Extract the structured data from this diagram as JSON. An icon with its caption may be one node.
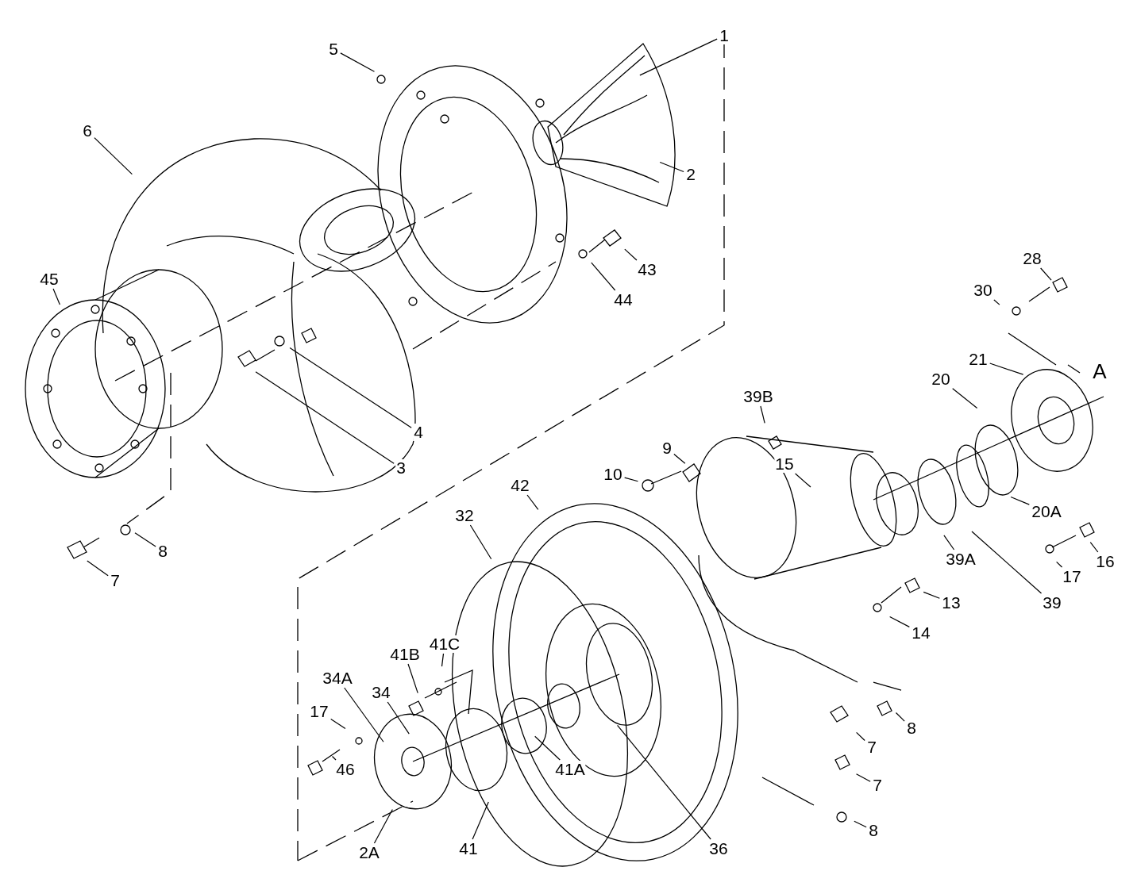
{
  "diagram": {
    "nodes": [
      {
        "text": [
          "1"
        ]
      },
      {
        "text": [
          "5"
        ]
      },
      {
        "text": [
          "6"
        ]
      },
      {
        "text": [
          "2"
        ]
      },
      {
        "text": [
          "43"
        ]
      },
      {
        "text": [
          "45"
        ]
      },
      {
        "text": [
          "28"
        ]
      },
      {
        "text": [
          "30"
        ]
      },
      {
        "text": [
          "44"
        ]
      },
      {
        "text": [
          "21"
        ]
      },
      {
        "text": [
          "20"
        ]
      },
      {
        "text": [
          "39B"
        ]
      },
      {
        "text": [
          "4"
        ]
      },
      {
        "text": [
          "9"
        ]
      },
      {
        "text": [
          "15"
        ]
      },
      {
        "text": [
          "3"
        ]
      },
      {
        "text": [
          "10"
        ]
      },
      {
        "text": [
          "42"
        ]
      },
      {
        "text": [
          "20A"
        ]
      },
      {
        "text": [
          "32"
        ]
      },
      {
        "text": [
          "8"
        ]
      },
      {
        "text": [
          "16"
        ]
      },
      {
        "text": [
          "39A"
        ]
      },
      {
        "text": [
          "17"
        ]
      },
      {
        "text": [
          "7"
        ]
      },
      {
        "text": [
          "13"
        ]
      },
      {
        "text": [
          "39"
        ]
      },
      {
        "text": [
          "14"
        ]
      },
      {
        "text": [
          "41C"
        ]
      },
      {
        "text": [
          "41B"
        ]
      },
      {
        "text": [
          "34A"
        ]
      },
      {
        "text": [
          "34"
        ]
      },
      {
        "text": [
          "17"
        ]
      },
      {
        "text": [
          "8"
        ]
      },
      {
        "text": [
          "7"
        ]
      },
      {
        "text": [
          "46"
        ]
      },
      {
        "text": [
          "41A"
        ]
      },
      {
        "text": [
          "7"
        ]
      },
      {
        "text": [
          "8"
        ]
      },
      {
        "text": [
          "2A"
        ]
      },
      {
        "text": [
          "41"
        ]
      },
      {
        "text": [
          "36"
        ]
      }
    ],
    "edges": [
      {
        "from": 0,
        "to": null,
        "arrow": "none"
      },
      {
        "from": 1,
        "to": null,
        "arrow": "none"
      },
      {
        "from": 2,
        "to": null,
        "arrow": "none"
      },
      {
        "from": 3,
        "to": null,
        "arrow": "none"
      },
      {
        "from": 4,
        "to": null,
        "arrow": "none"
      },
      {
        "from": 5,
        "to": null,
        "arrow": "none"
      },
      {
        "from": 6,
        "to": null,
        "arrow": "none"
      },
      {
        "from": 7,
        "to": null,
        "arrow": "none"
      },
      {
        "from": 8,
        "to": null,
        "arrow": "none"
      },
      {
        "from": 9,
        "to": null,
        "arrow": "none"
      },
      {
        "from": 10,
        "to": null,
        "arrow": "none"
      },
      {
        "from": 11,
        "to": null,
        "arrow": "none"
      },
      {
        "from": 12,
        "to": null,
        "arrow": "none"
      },
      {
        "from": 13,
        "to": null,
        "arrow": "none"
      },
      {
        "from": 14,
        "to": null,
        "arrow": "none"
      },
      {
        "from": 15,
        "to": null,
        "arrow": "none"
      },
      {
        "from": 16,
        "to": null,
        "arrow": "none"
      },
      {
        "from": 17,
        "to": null,
        "arrow": "none"
      },
      {
        "from": 18,
        "to": null,
        "arrow": "none"
      },
      {
        "from": 19,
        "to": null,
        "arrow": "none"
      },
      {
        "from": 20,
        "to": null,
        "arrow": "none"
      },
      {
        "from": 21,
        "to": null,
        "arrow": "none"
      },
      {
        "from": 22,
        "to": null,
        "arrow": "none"
      },
      {
        "from": 23,
        "to": null,
        "arrow": "none"
      },
      {
        "from": 24,
        "to": null,
        "arrow": "none"
      },
      {
        "from": 25,
        "to": null,
        "arrow": "none"
      },
      {
        "from": 26,
        "to": null,
        "arrow": "none"
      },
      {
        "from": 27,
        "to": null,
        "arrow": "none"
      },
      {
        "from": 28,
        "to": null,
        "arrow": "none"
      },
      {
        "from": 29,
        "to": null,
        "arrow": "none"
      },
      {
        "from": 30,
        "to": null,
        "arrow": "none"
      },
      {
        "from": 31,
        "to": null,
        "arrow": "none"
      },
      {
        "from": 32,
        "to": null,
        "arrow": "none"
      },
      {
        "from": 33,
        "to": null,
        "arrow": "none"
      },
      {
        "from": 34,
        "to": null,
        "arrow": "none"
      },
      {
        "from": 35,
        "to": null,
        "arrow": "none"
      },
      {
        "from": 36,
        "to": null,
        "arrow": "none"
      },
      {
        "from": 37,
        "to": null,
        "arrow": "none"
      },
      {
        "from": 38,
        "to": null,
        "arrow": "none"
      },
      {
        "from": 39,
        "to": null,
        "arrow": "none"
      },
      {
        "from": 40,
        "to": null,
        "arrow": "none"
      },
      {
        "from": 41,
        "to": null,
        "arrow": "none"
      }
    ],
    "labels": [
      "A"
    ]
  }
}
